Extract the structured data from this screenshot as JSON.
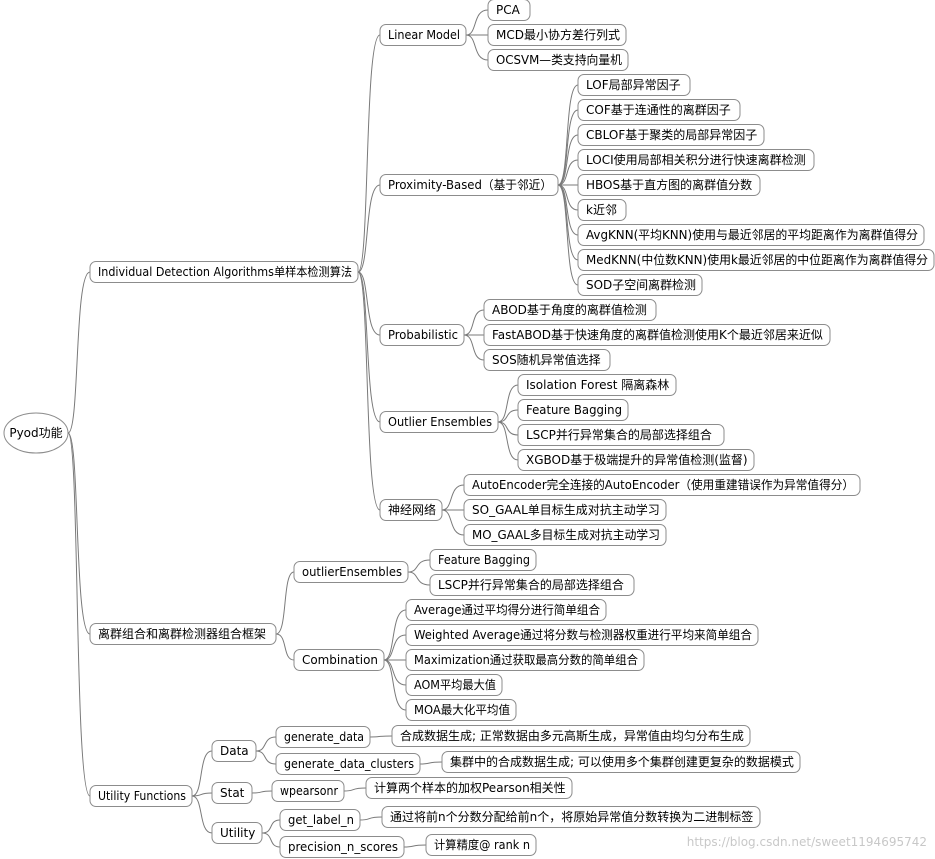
{
  "root": "Pyod功能",
  "nodes": {
    "cat_individual": "Individual Detection Algorithms单样本检测算法",
    "cat_combination": "离群组合和离群检测器组合框架",
    "cat_utility": "Utility Functions",
    "linear_model": "Linear Model",
    "pca": "PCA",
    "mcd": "MCD最小协方差行列式",
    "ocsvm": "OCSVM—类支持向量机",
    "proximity": "Proximity-Based（基于邻近）",
    "lof": "LOF局部异常因子",
    "cof": "COF基于连通性的离群因子",
    "cblof": "CBLOF基于聚类的局部异常因子",
    "loci": "LOCI使用局部相关积分进行快速离群检测",
    "hbos": "HBOS基于直方图的离群值分数",
    "knn": "k近邻",
    "avgknn": "AvgKNN(平均KNN)使用与最近邻居的平均距离作为离群值得分",
    "medknn": "MedKNN(中位数KNN)使用k最近邻居的中位距离作为离群值得分",
    "sod": "SOD子空间离群检测",
    "probabilistic": "Probabilistic",
    "abod": "ABOD基于角度的离群值检测",
    "fastabod": "FastABOD基于快速角度的离群值检测使用K个最近邻居来近似",
    "sos": "SOS随机异常值选择",
    "outlier_ensembles": "Outlier Ensembles",
    "iforest": "Isolation Forest 隔离森林",
    "feature_bagging_1": "Feature Bagging",
    "lscp_1": "LSCP并行异常集合的局部选择组合",
    "xgbod": "XGBOD基于极端提升的异常值检测(监督)",
    "neural": "神经网络",
    "autoencoder": "AutoEncoder完全连接的AutoEncoder（使用重建错误作为异常值得分）",
    "so_gaal": "SO_GAAL单目标生成对抗主动学习",
    "mo_gaal": "MO_GAAL多目标生成对抗主动学习",
    "outlierensembles": "outlierEnsembles",
    "feature_bagging_2": "Feature Bagging",
    "lscp_2": "LSCP并行异常集合的局部选择组合",
    "combination": "Combination",
    "average": "Average通过平均得分进行简单组合",
    "weighted_average": "Weighted Average通过将分数与检测器权重进行平均来简单组合",
    "maximization": "Maximization通过获取最高分数的简单组合",
    "aom": "AOM平均最大值",
    "moa": "MOA最大化平均值",
    "data": "Data",
    "generate_data": "generate_data",
    "generate_data_desc": "合成数据生成; 正常数据由多元高斯生成，异常值由均匀分布生成",
    "generate_data_clusters": "generate_data_clusters",
    "generate_data_clusters_desc": "集群中的合成数据生成; 可以使用多个集群创建更复杂的数据模式",
    "stat": "Stat",
    "wpearsonr": "wpearsonr",
    "wpearsonr_desc": "计算两个样本的加权Pearson相关性",
    "utility": "Utility",
    "get_label_n": "get_label_n",
    "get_label_n_desc": "通过将前n个分数分配给前n个，将原始异常值分数转换为二进制标签",
    "precision_n_scores": "precision_n_scores",
    "precision_n_scores_desc": "计算精度@ rank n"
  },
  "watermark": "https://blog.csdn.net/sweet1194695742"
}
